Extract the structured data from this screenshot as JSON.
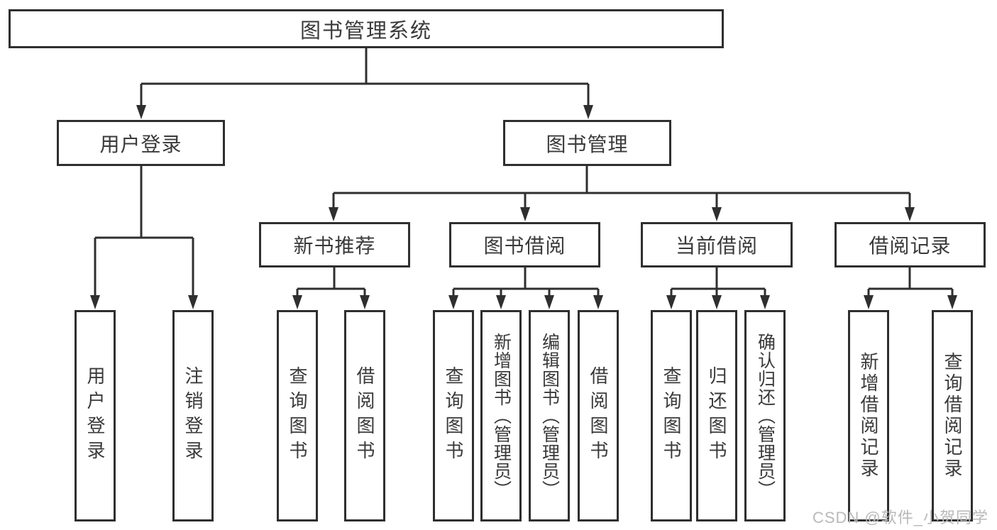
{
  "colors": {
    "line": "#2f2f2f",
    "text": "#3a3a3a",
    "background": "#ffffff",
    "watermark": "#b9b9b9"
  },
  "watermark": {
    "text": "CSDN @软件_小贺同学"
  },
  "tree": {
    "root": {
      "label": "图书管理系统"
    },
    "branches": {
      "user_login": {
        "label": "用户登录",
        "leaves": [
          "用户登录",
          "注销登录"
        ]
      },
      "book_mgmt": {
        "label": "图书管理",
        "sections": {
          "new_books": {
            "label": "新书推荐",
            "leaves": [
              "查询图书",
              "借阅图书"
            ]
          },
          "borrowing": {
            "label": "图书借阅",
            "leaves": [
              "查询图书",
              "新增图书（管理员）",
              "编辑图书（管理员）",
              "借阅图书"
            ]
          },
          "current": {
            "label": "当前借阅",
            "leaves": [
              "查询图书",
              "归还图书",
              "确认归还（管理员）"
            ]
          },
          "records": {
            "label": "借阅记录",
            "leaves": [
              "新增借阅记录",
              "查询借阅记录"
            ]
          }
        }
      }
    }
  }
}
